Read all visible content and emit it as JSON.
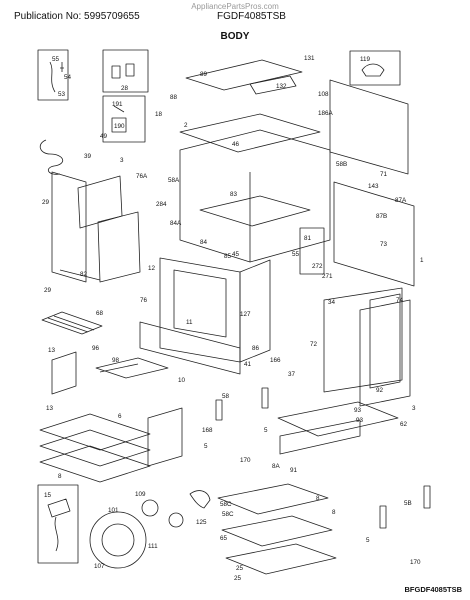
{
  "header": {
    "watermark": "AppliancePartsPros.com",
    "publication": "Publication No: 5995709655",
    "model": "FGDF4085TSB",
    "section": "BODY"
  },
  "diagram_code": "BFGDF4085TSB",
  "callouts": [
    "55",
    "54",
    "53",
    "28",
    "39",
    "191",
    "190",
    "49",
    "89",
    "88",
    "18",
    "131",
    "132",
    "108",
    "186A",
    "119",
    "2",
    "46",
    "29",
    "3",
    "76A",
    "58A",
    "58B",
    "71",
    "84",
    "45",
    "143",
    "87A",
    "87B",
    "284",
    "83",
    "84A",
    "29",
    "12",
    "76",
    "81",
    "55",
    "85",
    "272",
    "271",
    "73",
    "82",
    "1",
    "86",
    "92",
    "34",
    "74",
    "68",
    "96",
    "98",
    "11",
    "13",
    "127",
    "10",
    "13",
    "41",
    "166",
    "37",
    "72",
    "58",
    "93",
    "6",
    "8",
    "168",
    "170",
    "5",
    "58C",
    "5",
    "91",
    "93",
    "3",
    "62",
    "8A",
    "8",
    "8",
    "109",
    "111",
    "107",
    "125",
    "101",
    "58C",
    "65",
    "25",
    "15",
    "5B",
    "170",
    "25",
    "5"
  ]
}
